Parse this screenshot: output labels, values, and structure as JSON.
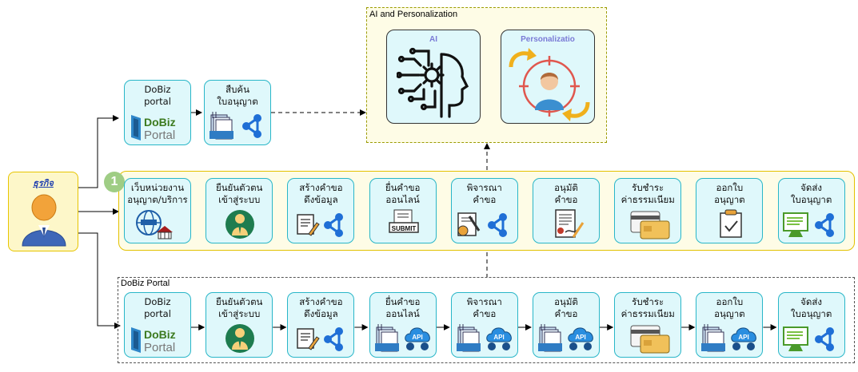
{
  "ai_group": {
    "title": "AI and Personalization",
    "ai_label": "AI",
    "personalization_label": "Personalizatio"
  },
  "business": {
    "label": "ธุรกิจ"
  },
  "badge": {
    "number": "1"
  },
  "dobiz_group": {
    "title": "DoBiz Portal"
  },
  "logo": {
    "do": "DoBiz",
    "portal": "Portal"
  },
  "top_row": [
    {
      "label": "DoBiz\nportal",
      "icon": "dobiz-portal-logo"
    },
    {
      "label": "สืบค้น\nใบอนุญาต",
      "icon": "license-search-network-icon"
    }
  ],
  "mid_row": [
    {
      "label": "เว็บหน่วยงาน\nอนุญาต/บริการ",
      "icon": "web-government-icon"
    },
    {
      "label": "ยืนยันตัวตน\nเข้าสู่ระบบ",
      "icon": "user-identity-icon"
    },
    {
      "label": "สร้างคำขอ\nดึงข้อมูล",
      "icon": "form-network-icon"
    },
    {
      "label": "ยื่นคำขอ\nออนไลน์",
      "icon": "submit-icon"
    },
    {
      "label": "พิจารณา\nคำขอ",
      "icon": "review-network-icon"
    },
    {
      "label": "อนุมัติ\nคำขอ",
      "icon": "approve-document-icon"
    },
    {
      "label": "รับชำระ\nค่าธรรมเนียม",
      "icon": "payment-card-icon"
    },
    {
      "label": "ออกใบ\nอนุญาต",
      "icon": "license-issue-icon"
    },
    {
      "label": "จัดส่ง\nใบอนุญาต",
      "icon": "delivery-network-icon"
    }
  ],
  "bottom_row": [
    {
      "label": "DoBiz\nportal",
      "icon": "dobiz-portal-logo"
    },
    {
      "label": "ยืนยันตัวตน\nเข้าสู่ระบบ",
      "icon": "user-identity-icon"
    },
    {
      "label": "สร้างคำขอ\nดึงข้อมูล",
      "icon": "form-network-icon"
    },
    {
      "label": "ยื่นคำขอ\nออนไลน์",
      "icon": "api-cloud-icon"
    },
    {
      "label": "พิจารณา\nคำขอ",
      "icon": "api-cloud-icon"
    },
    {
      "label": "อนุมัติ\nคำขอ",
      "icon": "api-cloud-icon"
    },
    {
      "label": "รับชำระ\nค่าธรรมเนียม",
      "icon": "payment-card-icon"
    },
    {
      "label": "ออกใบ\nอนุญาต",
      "icon": "api-cloud-icon"
    },
    {
      "label": "จัดส่ง\nใบอนุญาต",
      "icon": "delivery-network-icon"
    }
  ],
  "api_text": "API",
  "submit_text": "SUBMIT"
}
